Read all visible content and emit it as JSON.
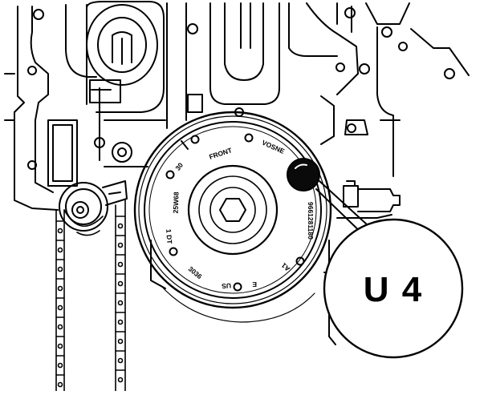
{
  "callout": {
    "label": "U 4"
  },
  "pulley_markings": {
    "front": "FRONT",
    "vosne": "VOSNE",
    "serial": "9661281180",
    "a1": "A1",
    "e": "E",
    "us": "US",
    "code_3": "3036",
    "dot1": "1 DT",
    "d25": "25W68",
    "d30": "30"
  },
  "colors": {
    "line": "#000000",
    "background": "#ffffff",
    "plug": "#0a0a0a"
  }
}
